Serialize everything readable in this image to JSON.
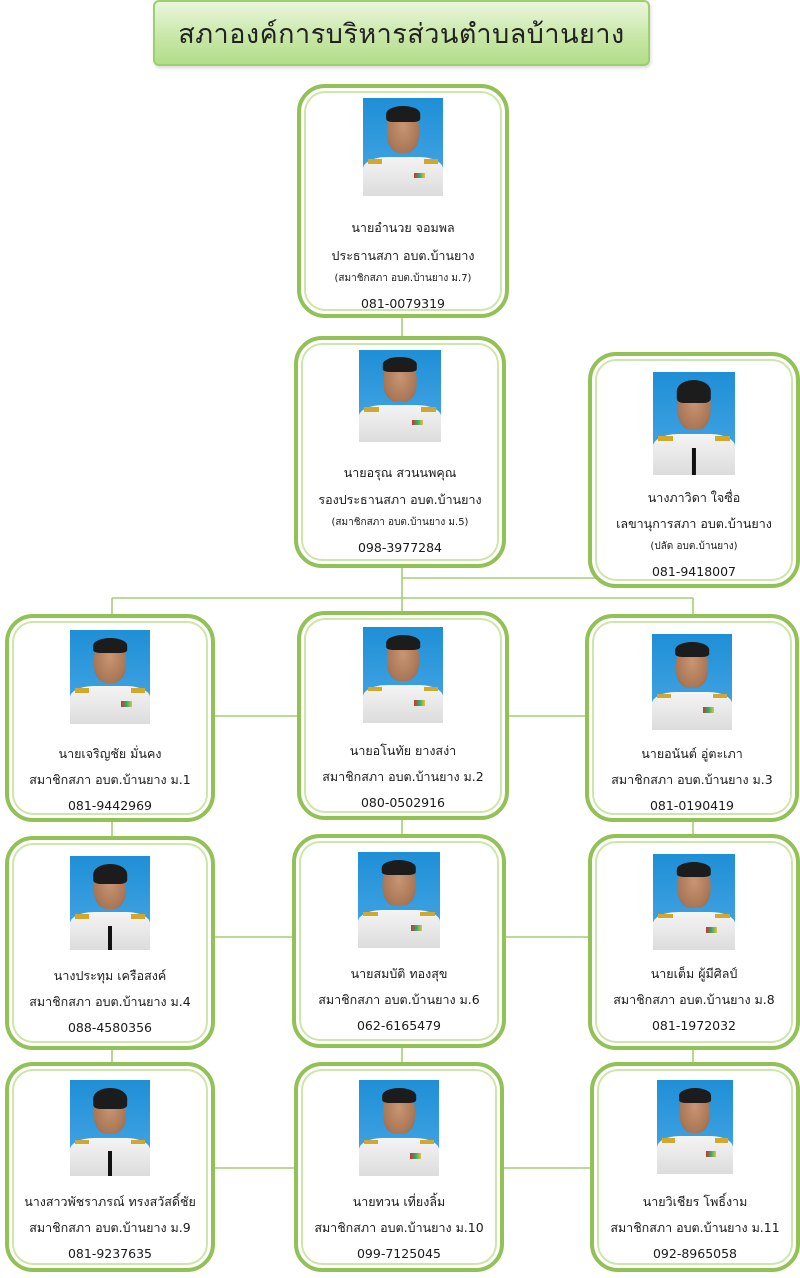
{
  "title": "สภาองค์การบริหารส่วนตำบลบ้านยาง",
  "colors": {
    "border": "#92c155",
    "line": "#a3cf75",
    "photo_bg": "#1f8fd6"
  },
  "members": [
    {
      "name": "นายอำนวย  จอมพล",
      "role": "ประธานสภา อบต.บ้านยาง",
      "note": "(สมาชิกสภา อบต.บ้านยาง ม.7)",
      "phone": "081-0079319",
      "attire": "male"
    },
    {
      "name": "นายอรุณ  สวนนพคุณ",
      "role": "รองประธานสภา อบต.บ้านยาง",
      "note": "(สมาชิกสภา อบต.บ้านยาง ม.5)",
      "phone": "098-3977284",
      "attire": "male"
    },
    {
      "name": "นางภาวิดา  ใจซื่อ",
      "role": "เลขานุการสภา อบต.บ้านยาง",
      "note": "(ปลัด อบต.บ้านยาง)",
      "phone": "081-9418007",
      "attire": "female"
    },
    {
      "name": "นายเจริญชัย  มั่นคง",
      "role": "สมาชิกสภา อบต.บ้านยาง ม.1",
      "note": "",
      "phone": "081-9442969",
      "attire": "male"
    },
    {
      "name": "นายอโนทัย  ยางสง่า",
      "role": "สมาชิกสภา อบต.บ้านยาง ม.2",
      "note": "",
      "phone": "080-0502916",
      "attire": "male"
    },
    {
      "name": "นายอนันต์  อู่ตะเภา",
      "role": "สมาชิกสภา อบต.บ้านยาง ม.3",
      "note": "",
      "phone": "081-0190419",
      "attire": "male"
    },
    {
      "name": "นางประทุม  เครือสงค์",
      "role": "สมาชิกสภา อบต.บ้านยาง ม.4",
      "note": "",
      "phone": "088-4580356",
      "attire": "female"
    },
    {
      "name": "นายสมบัติ  ทองสุข",
      "role": "สมาชิกสภา อบต.บ้านยาง ม.6",
      "note": "",
      "phone": "062-6165479",
      "attire": "male"
    },
    {
      "name": "นายเต็ม  ผู้มีศิลป์",
      "role": "สมาชิกสภา อบต.บ้านยาง ม.8",
      "note": "",
      "phone": "081-1972032",
      "attire": "male"
    },
    {
      "name": "นางสาวพัชราภรณ์  ทรงสวัสดิ์ชัย",
      "role": "สมาชิกสภา อบต.บ้านยาง ม.9",
      "note": "",
      "phone": "081-9237635",
      "attire": "female"
    },
    {
      "name": "นายทวน  เที่ยงลิ้ม",
      "role": "สมาชิกสภา อบต.บ้านยาง ม.10",
      "note": "",
      "phone": "099-7125045",
      "attire": "male"
    },
    {
      "name": "นายวิเชียร  โพธิ์งาม",
      "role": "สมาชิกสภา อบต.บ้านยาง ม.11",
      "note": "",
      "phone": "092-8965058",
      "attire": "male"
    }
  ]
}
